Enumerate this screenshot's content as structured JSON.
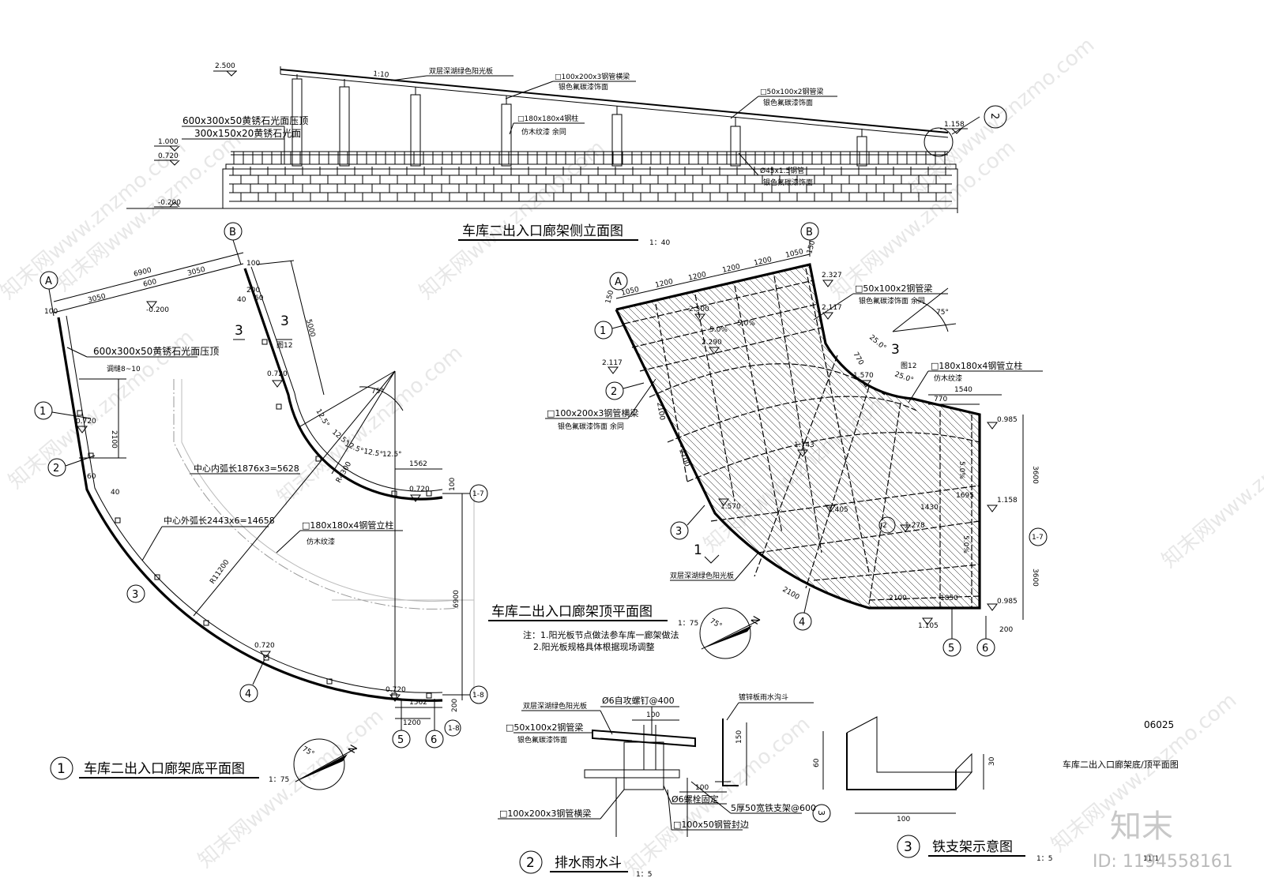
{
  "elevation": {
    "title": "车库二出入口廊架侧立面图",
    "scale": "1：40",
    "levels": [
      "2.500",
      "1.000",
      "0.720",
      "-0.200",
      "1.158"
    ],
    "slope": "1:10",
    "notes": [
      "双层深湖绿色阳光板",
      "□100x200x3钢管横梁",
      "银色氟碳漆饰面",
      "□50x100x2钢管梁",
      "银色氟碳漆饰面",
      "□180x180x4钢柱",
      "仿木纹漆 余同",
      "600x300x50黄锈石光面压顶",
      "300x150x20黄锈石光面",
      "Ø45x1.5钢管",
      "银色氟碳漆饰面"
    ],
    "detail_ref": "2"
  },
  "base_plan": {
    "title": "车库二出入口廊架底平面图",
    "scale": "1：75",
    "number": "1",
    "dims": [
      "6900",
      "3050",
      "600",
      "3050",
      "100",
      "100",
      "-0.200",
      "40",
      "60",
      "200",
      "5000",
      "2100",
      "60",
      "40",
      "1562",
      "1562",
      "1200",
      "200",
      "100",
      "100",
      "6900",
      "12.5°",
      "75°"
    ],
    "levels": [
      "0.720",
      "0.720",
      "0.720",
      "0.720",
      "0.720"
    ],
    "notes": [
      "600x300x50黄锈石光面压顶",
      "调缝8~10",
      "中心内弧长1876x3=5628",
      "中心外弧长2443x6=14658",
      "□180x180x4钢管立柱",
      "仿木纹漆",
      "R4300",
      "R11200"
    ],
    "section_marks": [
      "3",
      "3",
      "图12"
    ],
    "grid_top": [
      "A",
      "B"
    ],
    "grid_left": [
      "1",
      "2",
      "3",
      "4"
    ],
    "grid_right": [
      "1-7",
      "1-8"
    ],
    "grid_bottom": [
      "5",
      "6"
    ]
  },
  "roof_plan": {
    "title": "车库二出入口廊架顶平面图",
    "scale": "1：75",
    "note_lines": [
      "注：1.阳光板节点做法参车库一廊架做法",
      "2.阳光板规格具体根据现场调整"
    ],
    "top_dims": [
      "1050",
      "1200",
      "1200",
      "1200",
      "1200",
      "1050",
      "150",
      "150"
    ],
    "levels": [
      "2.327",
      "2.500",
      "2.290",
      "2.117",
      "2.117",
      "1.570",
      "1.743",
      "1.570",
      "1.405",
      "1.278",
      "1.158",
      "0.985",
      "0.985",
      "1.105"
    ],
    "slopes": [
      "5.0%",
      "5.0%",
      "5.0%",
      "5.0%"
    ],
    "notes": [
      "□50x100x2钢管梁",
      "银色氟碳漆饰面 余同",
      "□100x200x3钢管横梁",
      "银色氟碳漆饰面 余同",
      "□180x180x4钢管立柱",
      "仿木纹漆",
      "双层深湖绿色阳光板"
    ],
    "right_dims": [
      "770",
      "1540",
      "3600",
      "3600",
      "1695",
      "1430",
      "1850",
      "2100",
      "2100",
      "2100",
      "2100",
      "200",
      "770",
      "25.0°",
      "25.0°",
      "75°"
    ],
    "grid_top": [
      "A",
      "B"
    ],
    "grid_left": [
      "1",
      "2",
      "3",
      "4"
    ],
    "grid_bottom": [
      "5",
      "6"
    ],
    "grid_right": [
      "1-7"
    ]
  },
  "gutter_detail": {
    "number": "2",
    "title": "排水雨水斗",
    "scale": "1：5",
    "notes": [
      "Ø6自攻螺钉@400",
      "双层深湖绿色阳光板",
      "□50x100x2钢管梁",
      "银色氟碳漆饰面",
      "镀锌板雨水沟斗",
      "□100x200x3钢管横梁",
      "Ø6螺栓固定",
      "5厚50宽铁支架@600",
      "□100x50钢管封边"
    ],
    "dims": [
      "100",
      "150",
      "100"
    ],
    "ref": "3"
  },
  "bracket_detail": {
    "number": "3",
    "title": "铁支架示意图",
    "scale": "1：5",
    "dims": [
      "60",
      "30",
      "100"
    ]
  },
  "titleblock": {
    "code": "06025",
    "name": "车库二出入口廊架底/顶平面图",
    "sheet": "11/1"
  },
  "watermark": {
    "text": "知末网www.znzmo.com",
    "brand": "知末",
    "id": "ID: 1194558161"
  }
}
